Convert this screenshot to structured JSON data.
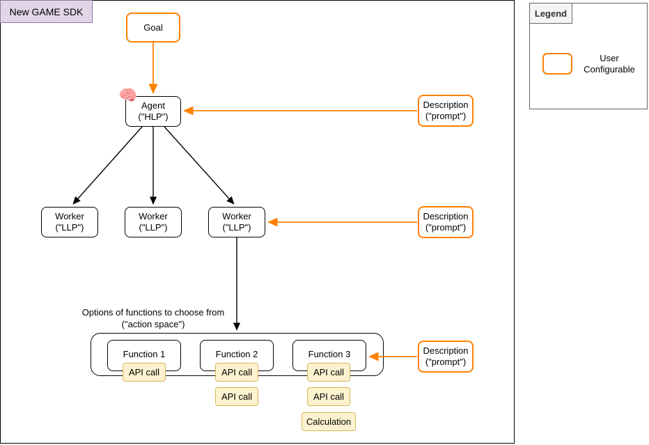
{
  "diagram": {
    "title_tab": "New GAME SDK",
    "colors": {
      "user_configurable_border": "#ff8000",
      "title_tab_fill": "#e1d5e7",
      "title_tab_border": "#9673a6",
      "api_chip_fill": "#fdf2cf",
      "api_chip_border": "#d6b656",
      "node_border": "#000000",
      "legend_title_fill": "#f5f5f5"
    },
    "goal": {
      "label": "Goal"
    },
    "agent": {
      "line1": "Agent",
      "line2": "(\"HLP\")",
      "icon": "brain-icon",
      "icon_glyph": "🧠"
    },
    "workers": [
      {
        "line1": "Worker",
        "line2": "(\"LLP\")"
      },
      {
        "line1": "Worker",
        "line2": "(\"LLP\")"
      },
      {
        "line1": "Worker",
        "line2": "(\"LLP\")"
      }
    ],
    "descriptions": [
      {
        "line1": "Description",
        "line2": "(\"prompt\")",
        "target": "agent"
      },
      {
        "line1": "Description",
        "line2": "(\"prompt\")",
        "target": "worker-3"
      },
      {
        "line1": "Description",
        "line2": "(\"prompt\")",
        "target": "function-3"
      }
    ],
    "action_space": {
      "label_line1": "Options of functions to choose from",
      "label_line2": "(\"action space\")",
      "functions": [
        {
          "label": "Function 1",
          "chips": [
            {
              "label": "API call"
            }
          ]
        },
        {
          "label": "Function 2",
          "chips": [
            {
              "label": "API call"
            },
            {
              "label": "API call"
            }
          ]
        },
        {
          "label": "Function 3",
          "chips": [
            {
              "label": "API call"
            },
            {
              "label": "API call"
            },
            {
              "label": "Calculation"
            }
          ]
        }
      ]
    },
    "legend": {
      "title": "Legend",
      "entry_line1": "User",
      "entry_line2": "Configurable"
    }
  }
}
